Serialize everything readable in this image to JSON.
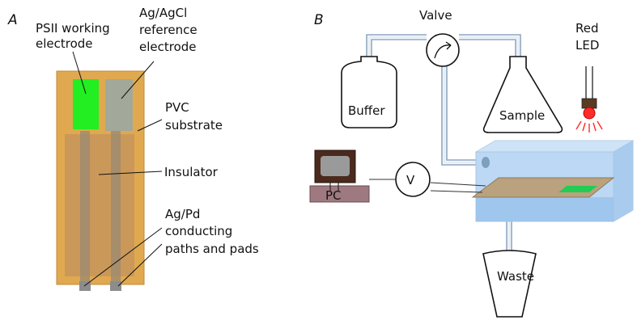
{
  "panel_a": {
    "letter": "A",
    "labels": {
      "working_electrode": [
        "PSII working",
        "electrode"
      ],
      "reference_electrode": [
        "Ag/AgCl",
        "reference",
        "electrode"
      ],
      "substrate": [
        "PVC",
        "substrate"
      ],
      "insulator": "Insulator",
      "paths": [
        "Ag/Pd",
        "conducting",
        "paths and pads"
      ]
    }
  },
  "panel_b": {
    "letter": "B",
    "labels": {
      "valve": "Valve",
      "led": [
        "Red",
        "LED"
      ],
      "buffer": "Buffer",
      "sample": "Sample",
      "pc": "PC",
      "voltmeter": "V",
      "waste": "Waste"
    }
  },
  "colors": {
    "substrate": "#e0a94f",
    "insulator": "#c8965a",
    "working_electrode": "#22ee22",
    "reference_electrode": "#a2a89a",
    "path": "#9a8a72",
    "tube": "#8fa6c0",
    "chamber": "#bcd8f4",
    "led": "#ff2a2a"
  }
}
